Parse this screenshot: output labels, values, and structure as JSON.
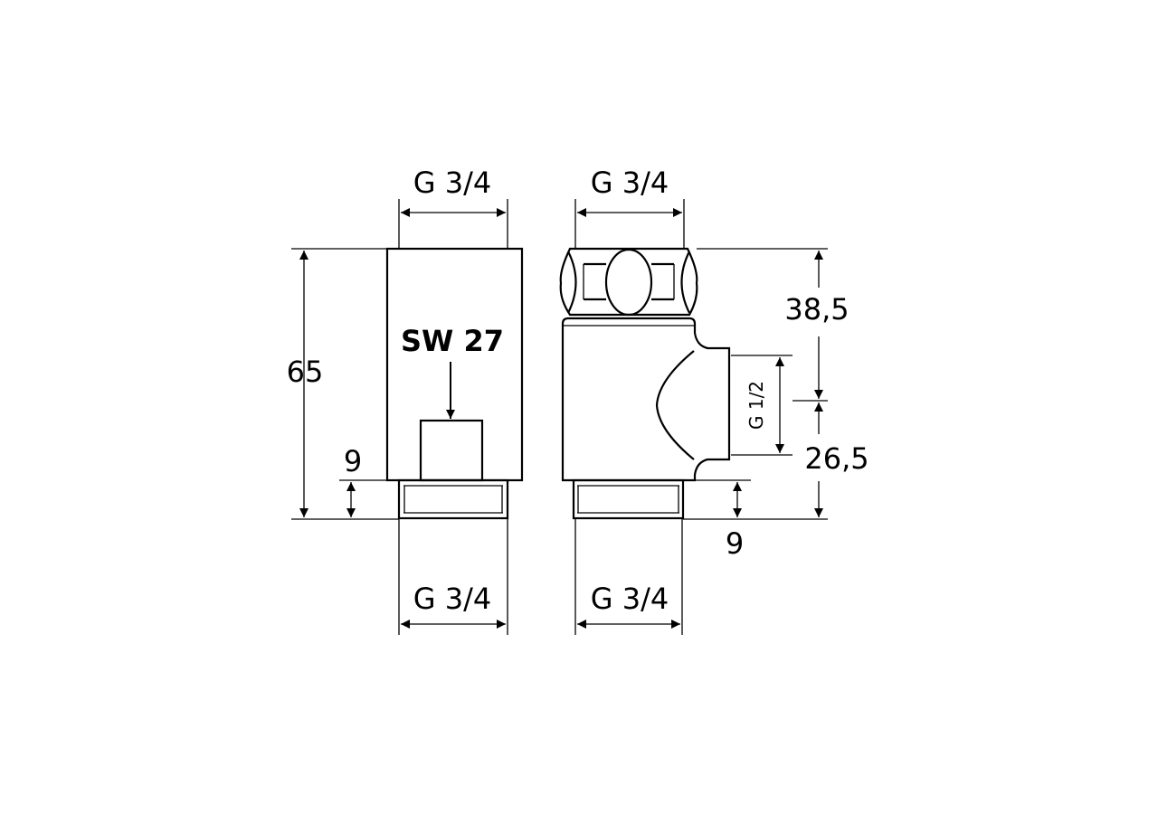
{
  "left_view": {
    "top_thread": "G 3/4",
    "height": "65",
    "wrench_size": "SW 27",
    "thread_length": "9",
    "bottom_thread": "G 3/4"
  },
  "right_view": {
    "top_thread": "G 3/4",
    "upper_height": "38,5",
    "outlet_thread": "G 1/2",
    "lower_height": "26,5",
    "thread_length": "9",
    "bottom_thread": "G 3/4"
  }
}
